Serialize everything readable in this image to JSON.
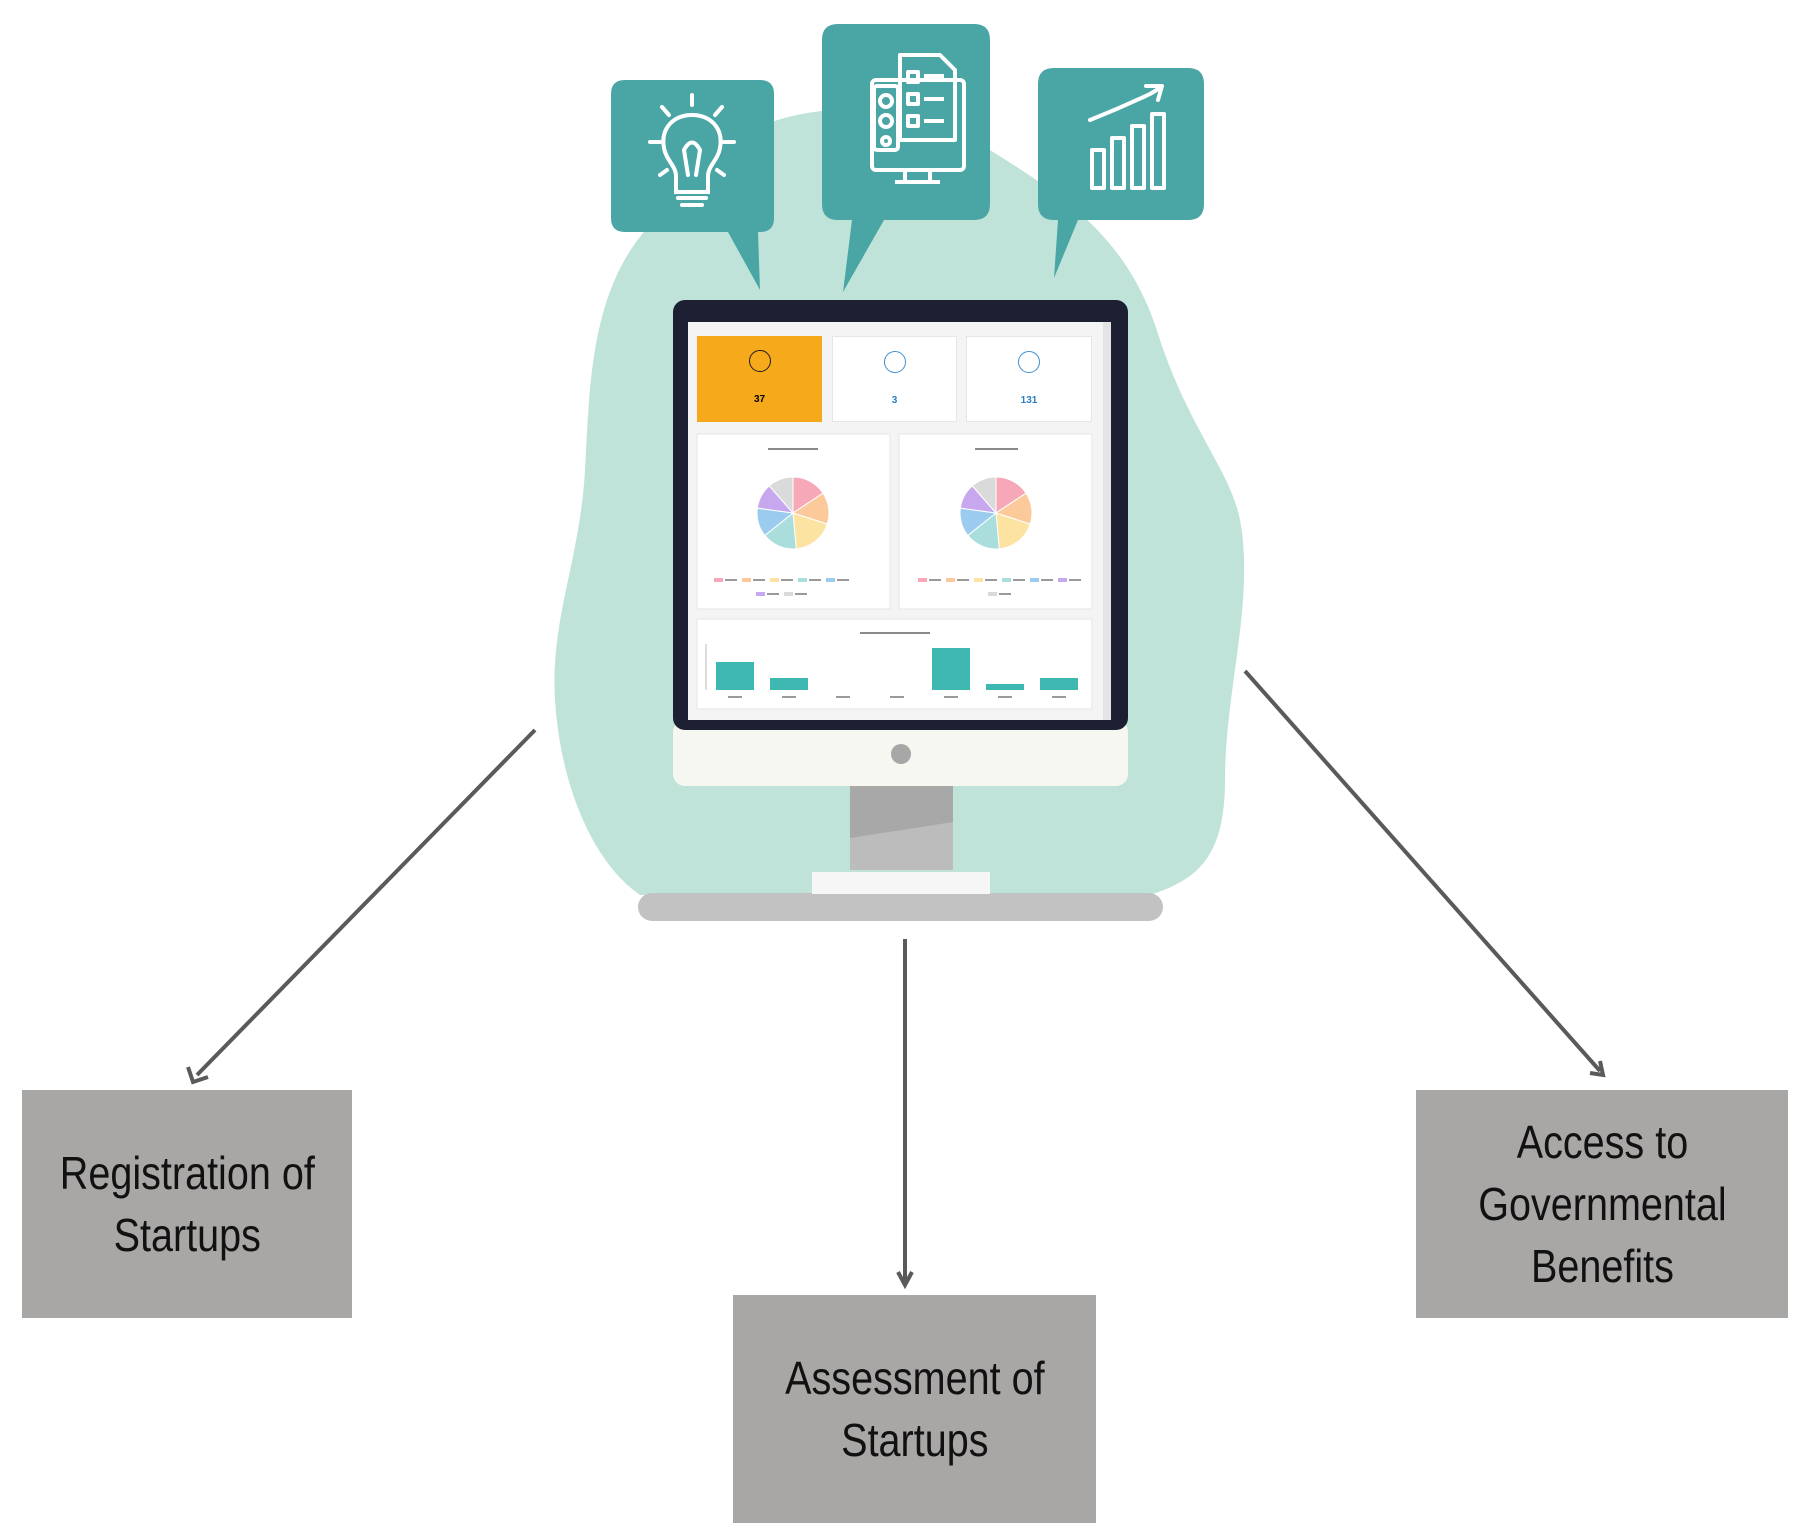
{
  "boxes": {
    "registration": "Registration of\nStartups",
    "assessment": "Assessment of\nStartups",
    "access": "Access to\nGovernmental\nBenefits"
  },
  "dashboard": {
    "kpis": [
      {
        "value": "37"
      },
      {
        "value": "3"
      },
      {
        "value": "131"
      }
    ]
  },
  "colors": {
    "blob": "#bfe3d8",
    "bubble": "#4aa5a5",
    "box": "#a9a7a6",
    "arrow": "#5a5a5a",
    "kpi_highlight": "#f5a91b",
    "bar": "#40b8b2"
  },
  "icons": [
    "lightbulb-icon",
    "checklist-document-icon",
    "growth-chart-icon"
  ]
}
